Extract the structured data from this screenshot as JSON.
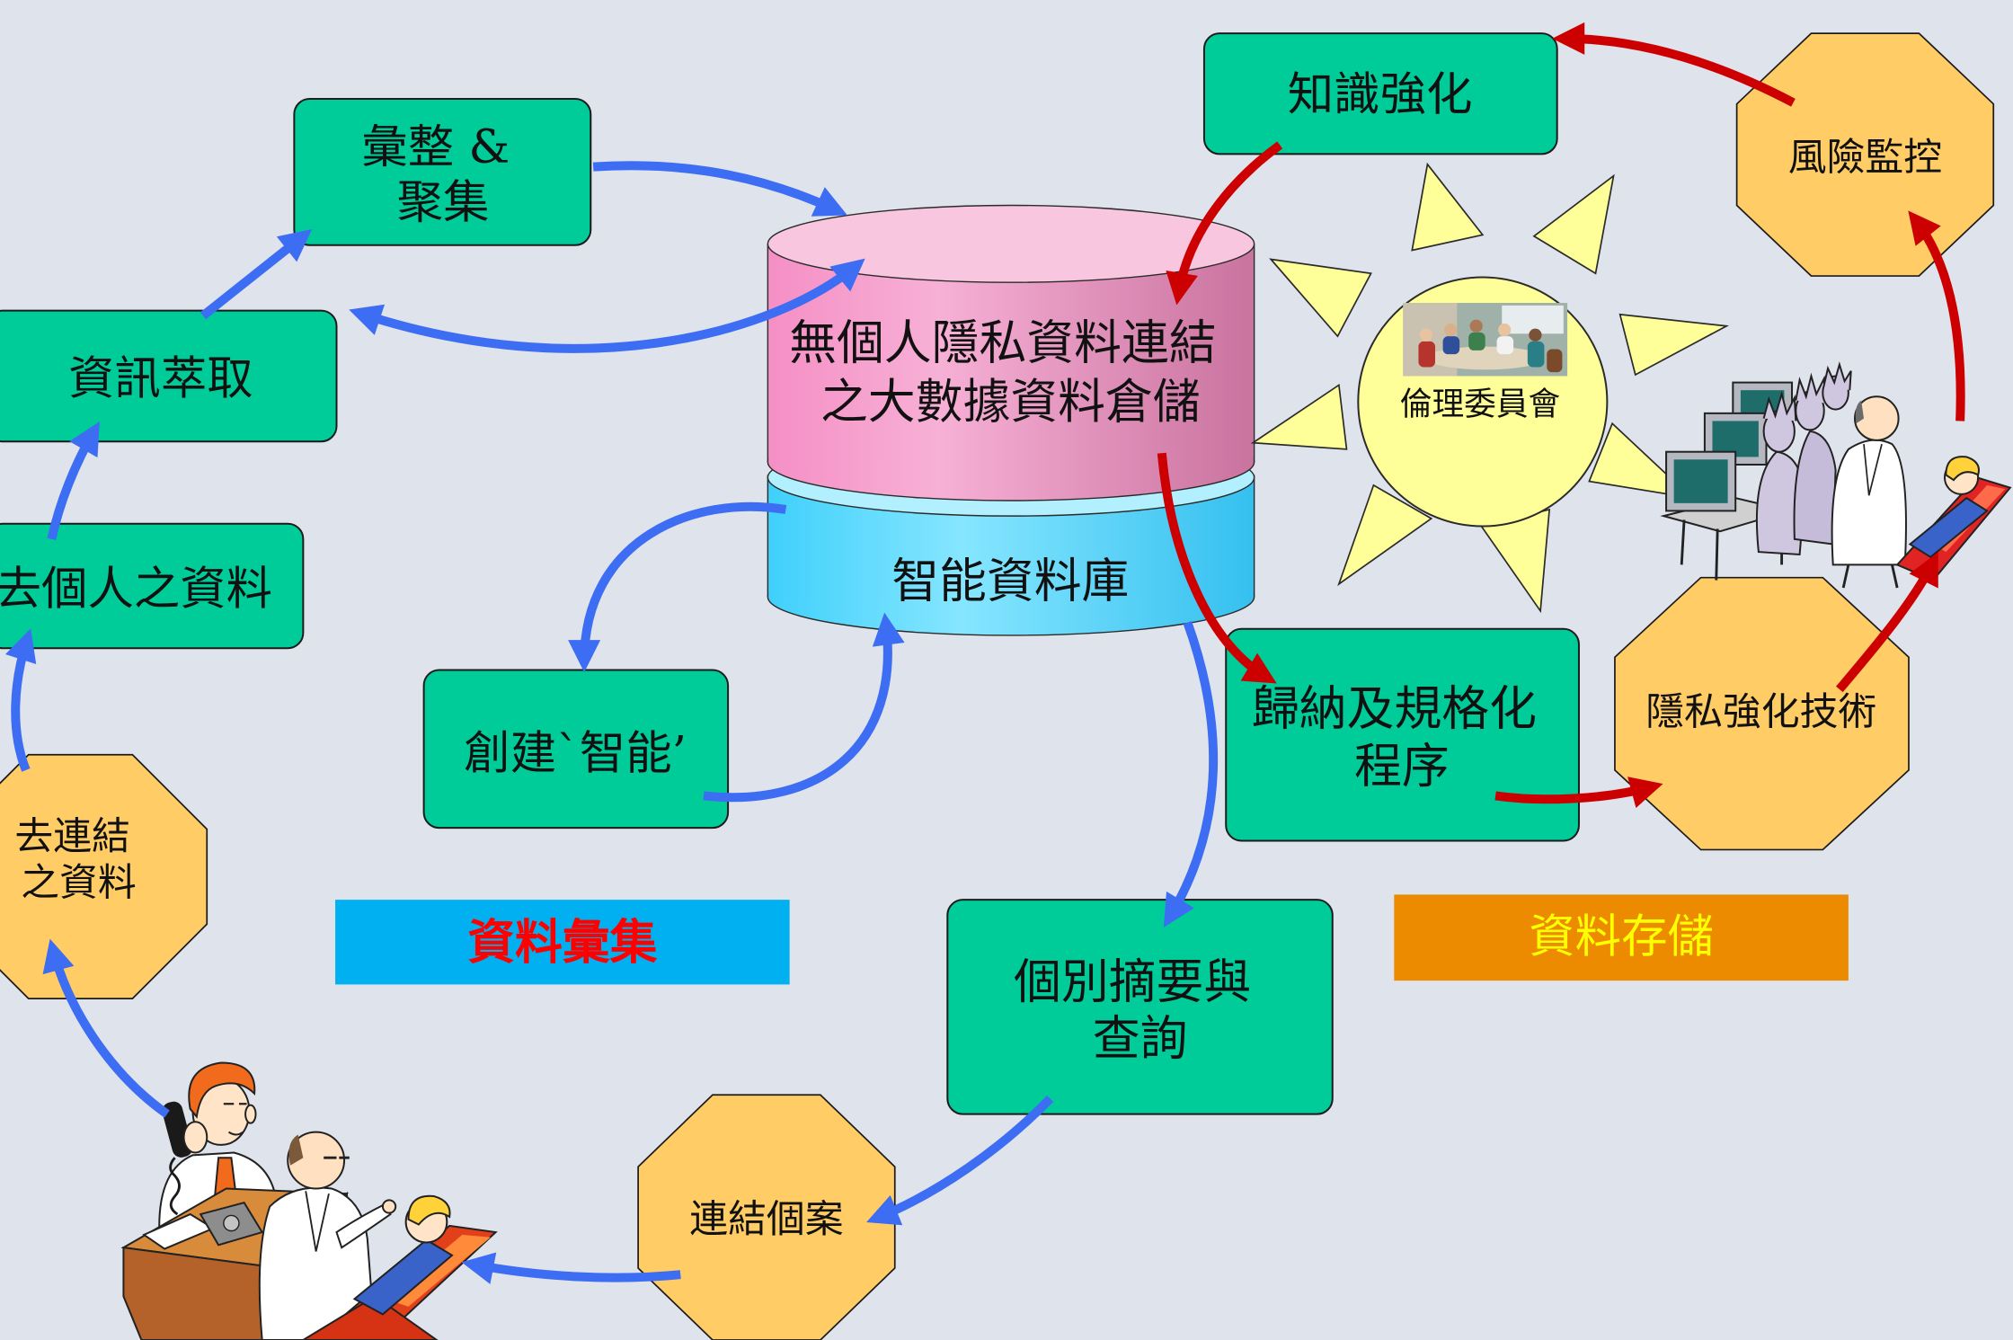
{
  "nodes": {
    "aggregate": {
      "lines": [
        "彙整 &",
        "聚集"
      ]
    },
    "extract": {
      "label": "資訊萃取"
    },
    "deidentified": {
      "label": "去個人之資料"
    },
    "delinked": {
      "lines": [
        "去連結",
        "之資料"
      ]
    },
    "linked_case": {
      "label": "連結個案"
    },
    "summary_query": {
      "lines": [
        "個別摘要與",
        "查詢"
      ]
    },
    "create_intelligence": {
      "label": "創建`智能’"
    },
    "data_warehouse": {
      "lines": [
        "無個人隱私資料連結",
        "之大數據資料倉儲"
      ]
    },
    "intelligent_db": {
      "label": "智能資料庫"
    },
    "knowledge_enhancement": {
      "label": "知識強化"
    },
    "normalization": {
      "lines": [
        "歸納及規格化",
        "程序"
      ]
    },
    "risk_monitoring": {
      "label": "風險監控"
    },
    "privacy_enhancing_tech": {
      "label": "隱私強化技術"
    },
    "ethics_committee": {
      "label": "倫理委員會"
    }
  },
  "section_labels": {
    "data_collection": "資料彙集",
    "data_storage": "資料存儲"
  },
  "colors": {
    "background": "#dfe3ec",
    "process_box": "#00cc99",
    "octagon": "#ffcc66",
    "sun": "#ffff99",
    "arrow_blue": "#3d6df2",
    "arrow_red": "#cc0000",
    "data_collection_bg": "#00b0f0",
    "data_collection_text": "#ff0000",
    "data_storage_bg": "#ec8a00",
    "data_storage_text": "#ffff00"
  }
}
